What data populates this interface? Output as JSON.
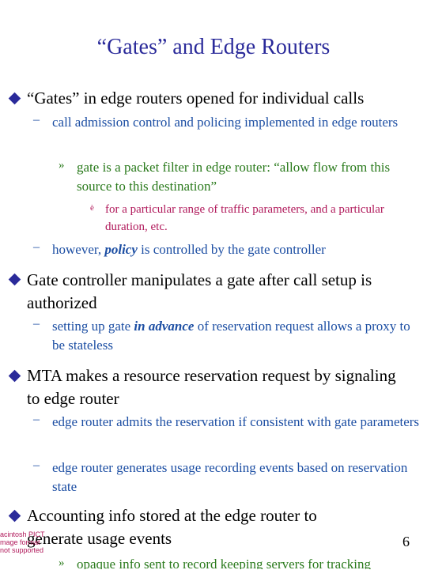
{
  "title": "“Gates” and Edge Routers",
  "bullets": [
    {
      "text": "“Gates” in edge routers opened for individual calls"
    },
    {
      "text": "Gate controller manipulates a gate after call setup is authorized"
    },
    {
      "text": "MTA makes a resource reservation request by signaling to edge router"
    },
    {
      "text": "Accounting info stored at the edge router to generate usage events"
    }
  ],
  "sub": {
    "s1a": "call admission control and policing implemented in edge routers",
    "s1a_arrow": "gate is a packet filter in edge router: “allow flow from this source to this destination”",
    "s1a_check": "for a particular range of traffic parameters, and a particular duration, etc.",
    "s1b_pre": "however, ",
    "s1b_em": "policy",
    "s1b_post": " is controlled by the gate controller",
    "s2a_pre": "setting up gate ",
    "s2a_em": "in advance",
    "s2a_post": " of reservation request allows a proxy to be stateless",
    "s3a": "edge router admits the reservation if consistent with gate parameters",
    "s3b": "edge router generates usage recording events based on reservation state",
    "s4a_arrow": "opaque info sent to record keeping servers for tracking"
  },
  "marks": {
    "dash": "–",
    "arrow": "»",
    "check": "è"
  },
  "page_number": "6",
  "watermark": [
    "acintosh PICT",
    "mage format",
    "not supported"
  ]
}
